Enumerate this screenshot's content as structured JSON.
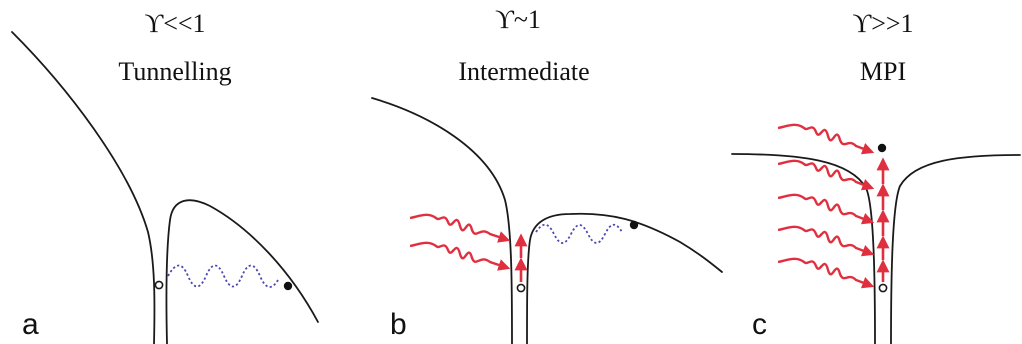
{
  "panels": [
    {
      "id": "a",
      "label": "a",
      "gamma_text": "ϒ<<1",
      "regime": "Tunnelling"
    },
    {
      "id": "b",
      "label": "b",
      "gamma_text": "ϒ~1",
      "regime": "Intermediate"
    },
    {
      "id": "c",
      "label": "c",
      "gamma_text": "ϒ>>1",
      "regime": "MPI"
    }
  ],
  "colors": {
    "curve": "#1a1a1a",
    "electron_path": "#4a4ab0",
    "laser_pulse": "#e03040"
  },
  "icons": {
    "bound_state": "hollow-circle",
    "free_electron": "filled-dot",
    "photon_pulse": "red-oscillating-wavepacket-arrow"
  }
}
